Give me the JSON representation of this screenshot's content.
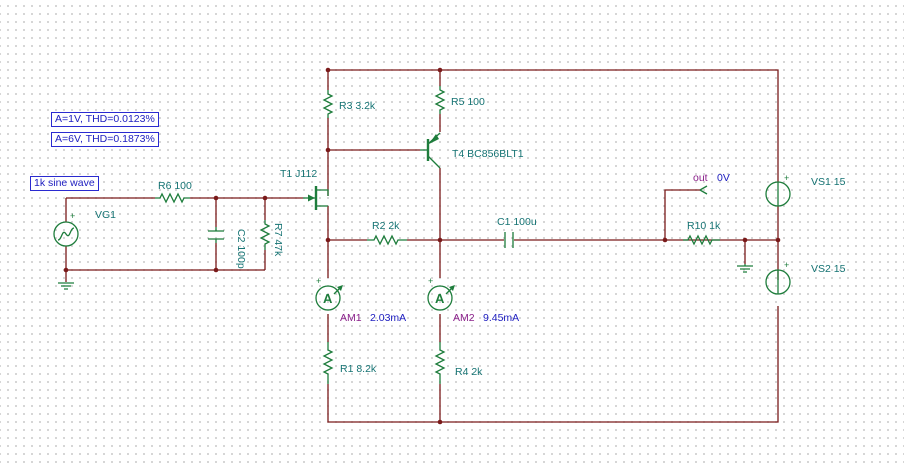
{
  "annotations": {
    "thd_1": "A=1V, THD=0.0123%",
    "thd_2": "A=6V, THD=0.1873%",
    "source_label": "1k sine wave"
  },
  "components": {
    "r3": "R3 3.2k",
    "r5": "R5 100",
    "t4": "T4 BC856BLT1",
    "t1": "T1 J112",
    "r6": "R6 100",
    "vg1": "VG1",
    "c2": "C2 100p",
    "r7": "R7 47k",
    "r2": "R2 2k",
    "c1": "C1 100u",
    "r10": "R10 1k",
    "vs1": "VS1 15",
    "vs2": "VS2 15",
    "am1": "AM1",
    "am2": "AM2",
    "r1": "R1 8.2k",
    "r4": "R4 2k",
    "out": "out"
  },
  "readings": {
    "am1": "2.03mA",
    "am2": "9.45mA",
    "out": "0V"
  },
  "symbols": {
    "ammeter": "A",
    "plus": "+",
    "minus": "-"
  },
  "colors": {
    "wire": "#7a1a1a",
    "component": "#1e7d3c",
    "label": "#157373",
    "probe": "#8a1f8a",
    "value": "#2020c0"
  }
}
